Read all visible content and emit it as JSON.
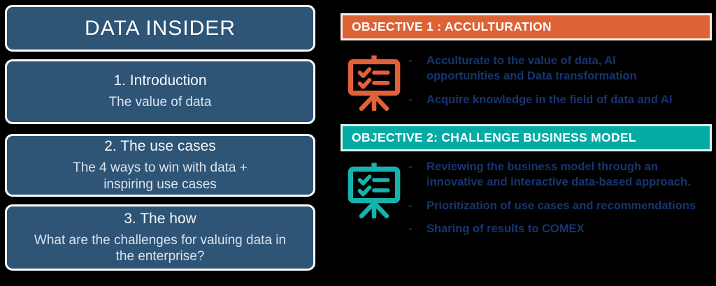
{
  "agenda": {
    "title": "DATA INSIDER",
    "box_color": "#2e5476",
    "items": [
      {
        "heading": "1. Introduction",
        "detail": "The value of data"
      },
      {
        "heading": "2. The use cases",
        "detail": "The 4 ways to win with data +\ninspiring use cases"
      },
      {
        "heading": "3. The how",
        "detail": "What are the challenges for valuing data in\nthe enterprise?"
      }
    ]
  },
  "objectives": [
    {
      "header": "OBJECTIVE 1 : ACCULTURATION",
      "accent_color": "#dd6236",
      "icon": "presentation-checklist-icon",
      "bullets": [
        "Acculturate to the value of data, AI\nopportunities and Data transformation",
        "Acquire knowledge in the field of data and AI"
      ]
    },
    {
      "header": "OBJECTIVE 2: CHALLENGE BUSINESS MODEL",
      "accent_color": "#03aba4",
      "icon": "presentation-checklist-icon",
      "bullets": [
        "Reviewing the business model through an\ninnovative and interactive data-based approach.",
        "Prioritization of use cases and recommendations",
        "Sharing of results to COMEX"
      ]
    }
  ],
  "bullet_marker": "-",
  "colors": {
    "background": "#000000",
    "agenda_box": "#2e5476",
    "objective1_accent": "#dd6236",
    "objective2_accent": "#03aba4",
    "bullet_text": "#17356f",
    "box_border": "#ffffff"
  }
}
